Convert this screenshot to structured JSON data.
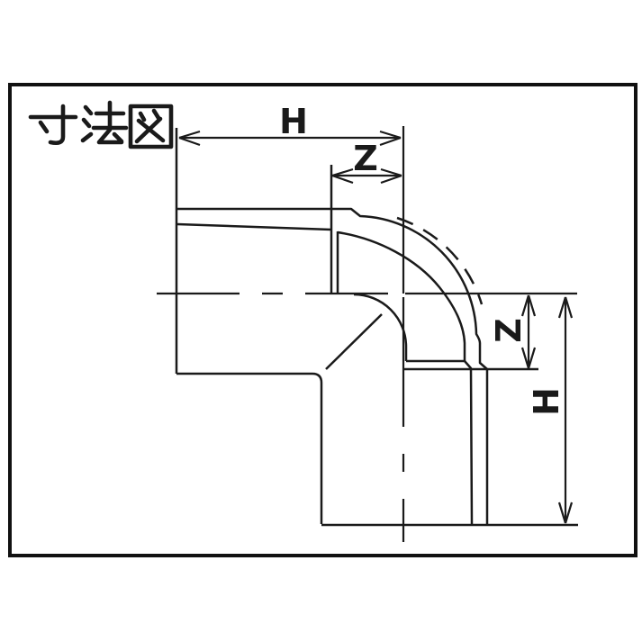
{
  "title": {
    "text": "寸法図"
  },
  "labels": {
    "h_top": "H",
    "z_top": "Z",
    "z_right": "Z",
    "h_right": "H"
  },
  "colors": {
    "line": "#1a1a1a",
    "frame": "#111111",
    "background": "#ffffff"
  }
}
